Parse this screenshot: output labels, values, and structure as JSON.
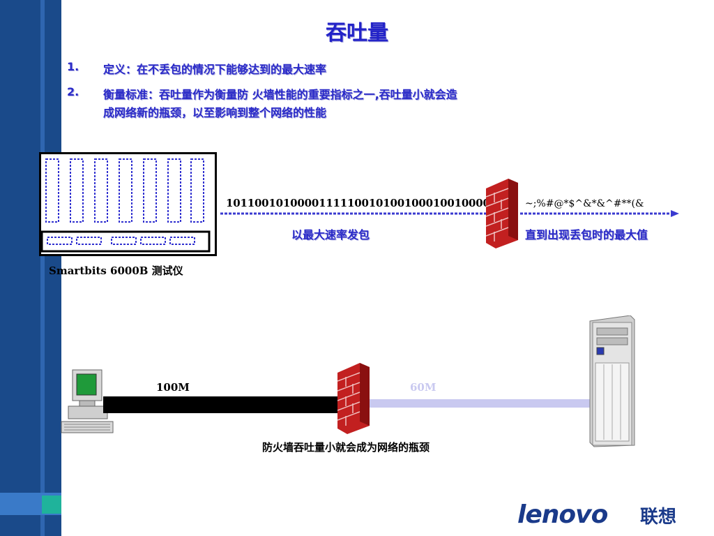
{
  "title": "吞吐量",
  "points": [
    {
      "num": "1.",
      "text": "定义：在不丢包的情况下能够达到的最大速率"
    },
    {
      "num": "2.",
      "text_line1": "衡量标准：吞吐量作为衡量防 火墙性能的重要指标之一,吞吐量小就会造",
      "text_line2": "成网络新的瓶颈，以至影响到整个网络的性能"
    }
  ],
  "test_diagram": {
    "device_label": "Smartbits 6000B 测试仪",
    "binary_stream": "1011001010000111110010100100010010000",
    "garbled_stream": "~;%#@*$^&*&^#**(&",
    "send_caption": "以最大速率发包",
    "result_caption": "直到出现丢包时的最大值"
  },
  "bottleneck_diagram": {
    "link_left_label": "100M",
    "link_right_label": "60M",
    "caption": "防火墙吞吐量小就会成为网络的瓶颈"
  },
  "brand": {
    "latin": "lenovo",
    "cn": "联想"
  },
  "colors": {
    "sidebar": "#1a4a8a",
    "text_blue": "#2a2ac8",
    "brick": "#b82020",
    "logo": "#1a3a8a"
  }
}
